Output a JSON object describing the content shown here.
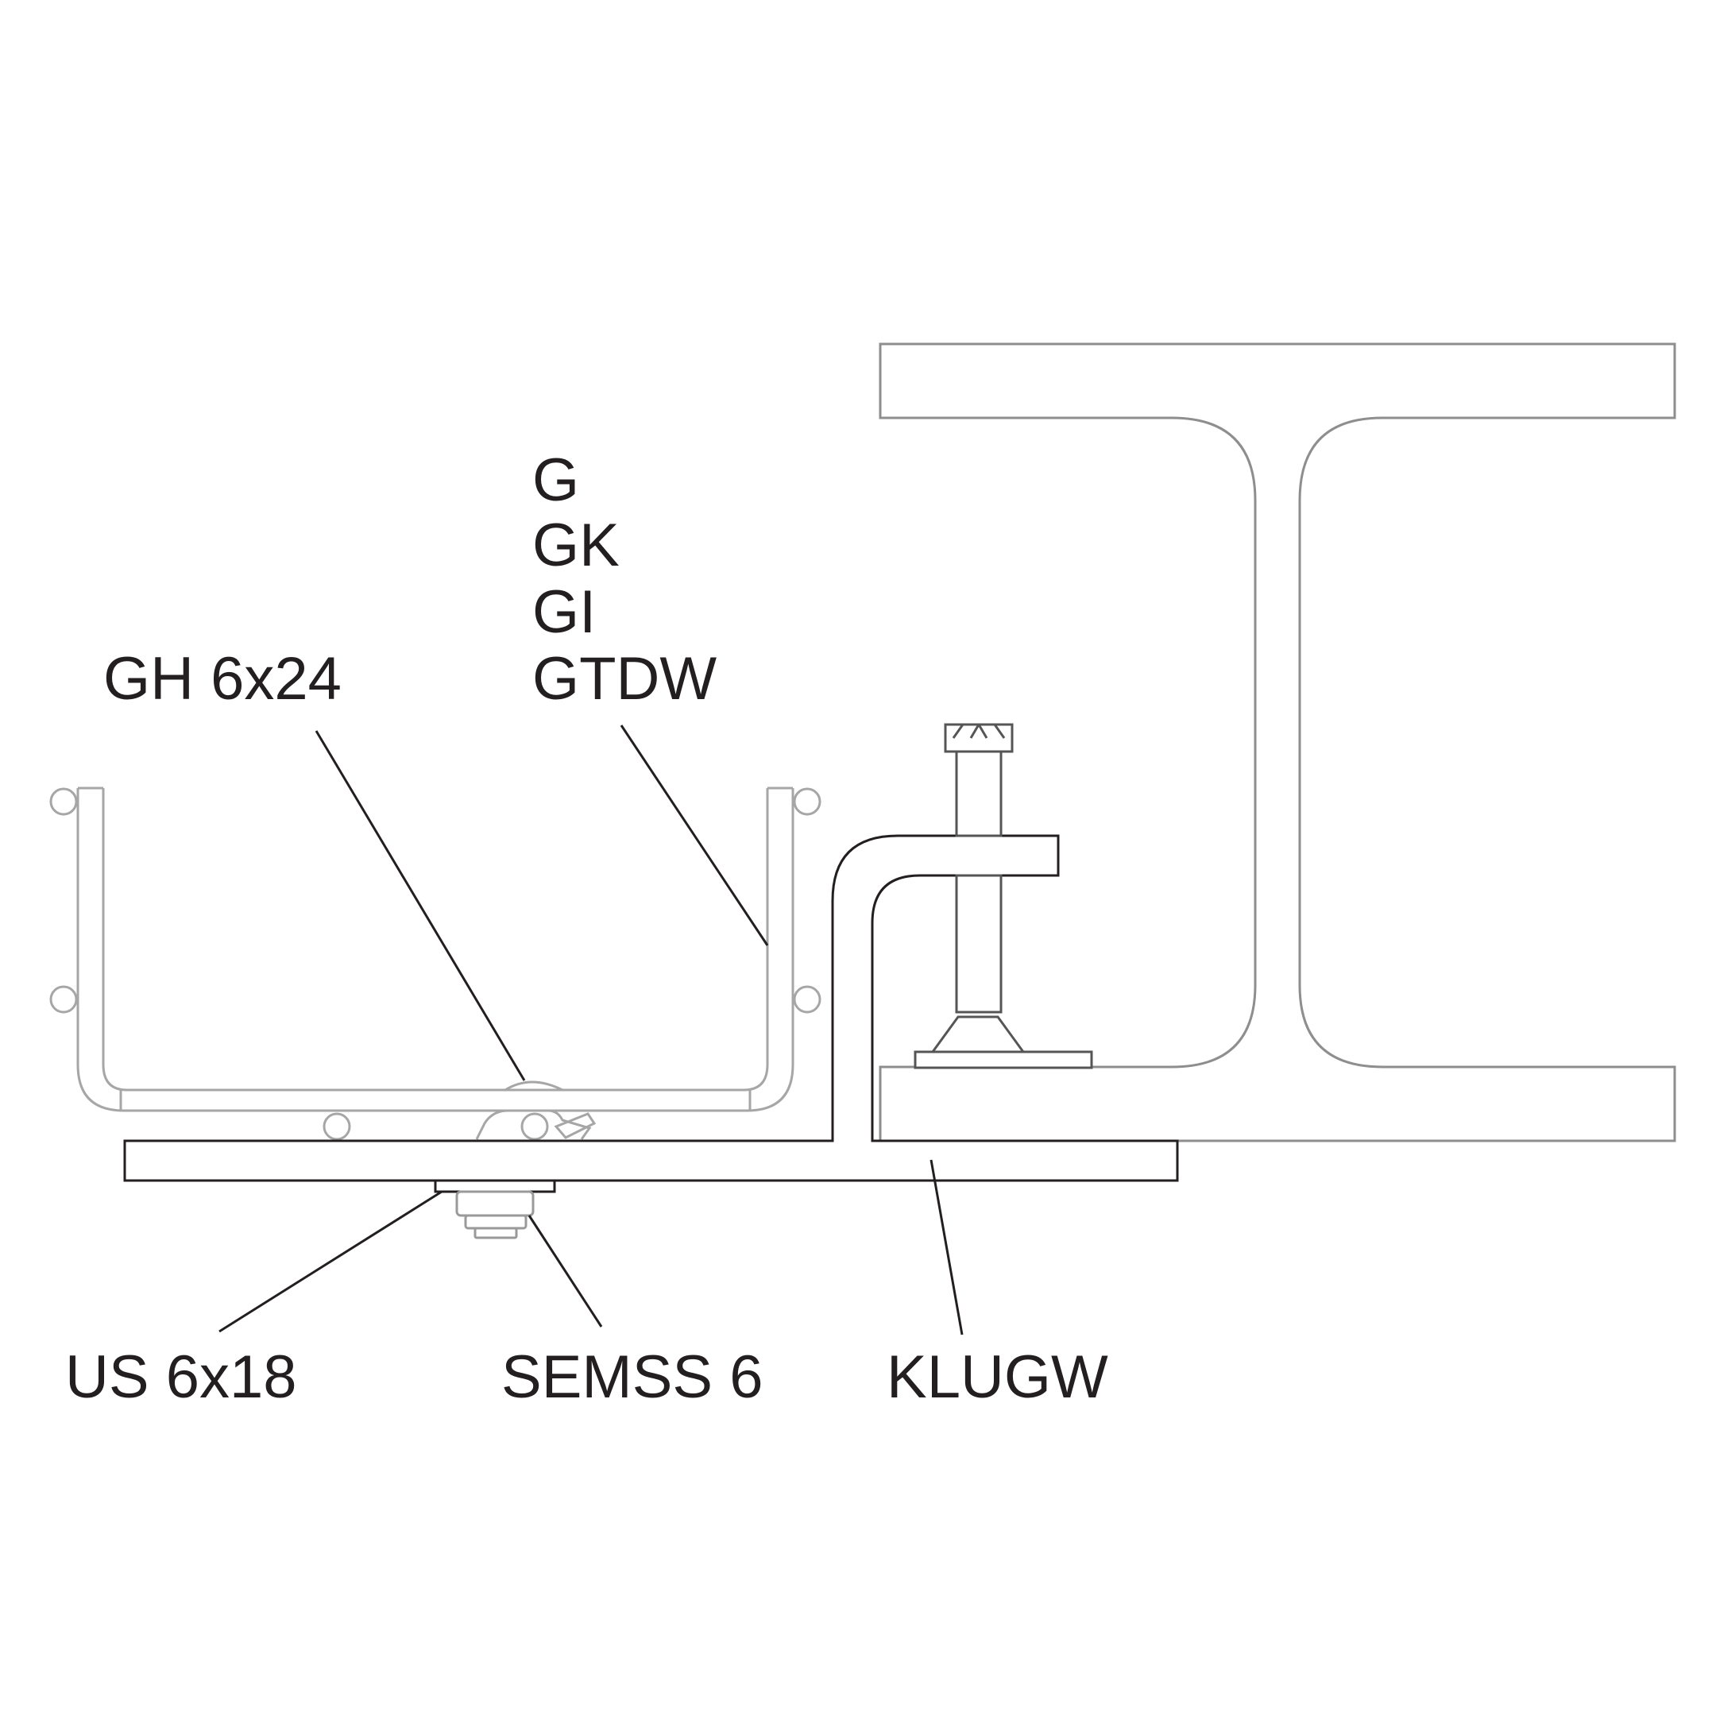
{
  "labels": {
    "clip_g": "G",
    "clip_gk": "GK",
    "clip_gi": "GI",
    "clip_gtdw": "GTDW",
    "screw_gh": "GH 6x24",
    "washer_us": "US 6x18",
    "nut_semss": "SEMSS 6",
    "clamp_klugw": "KLUGW"
  }
}
